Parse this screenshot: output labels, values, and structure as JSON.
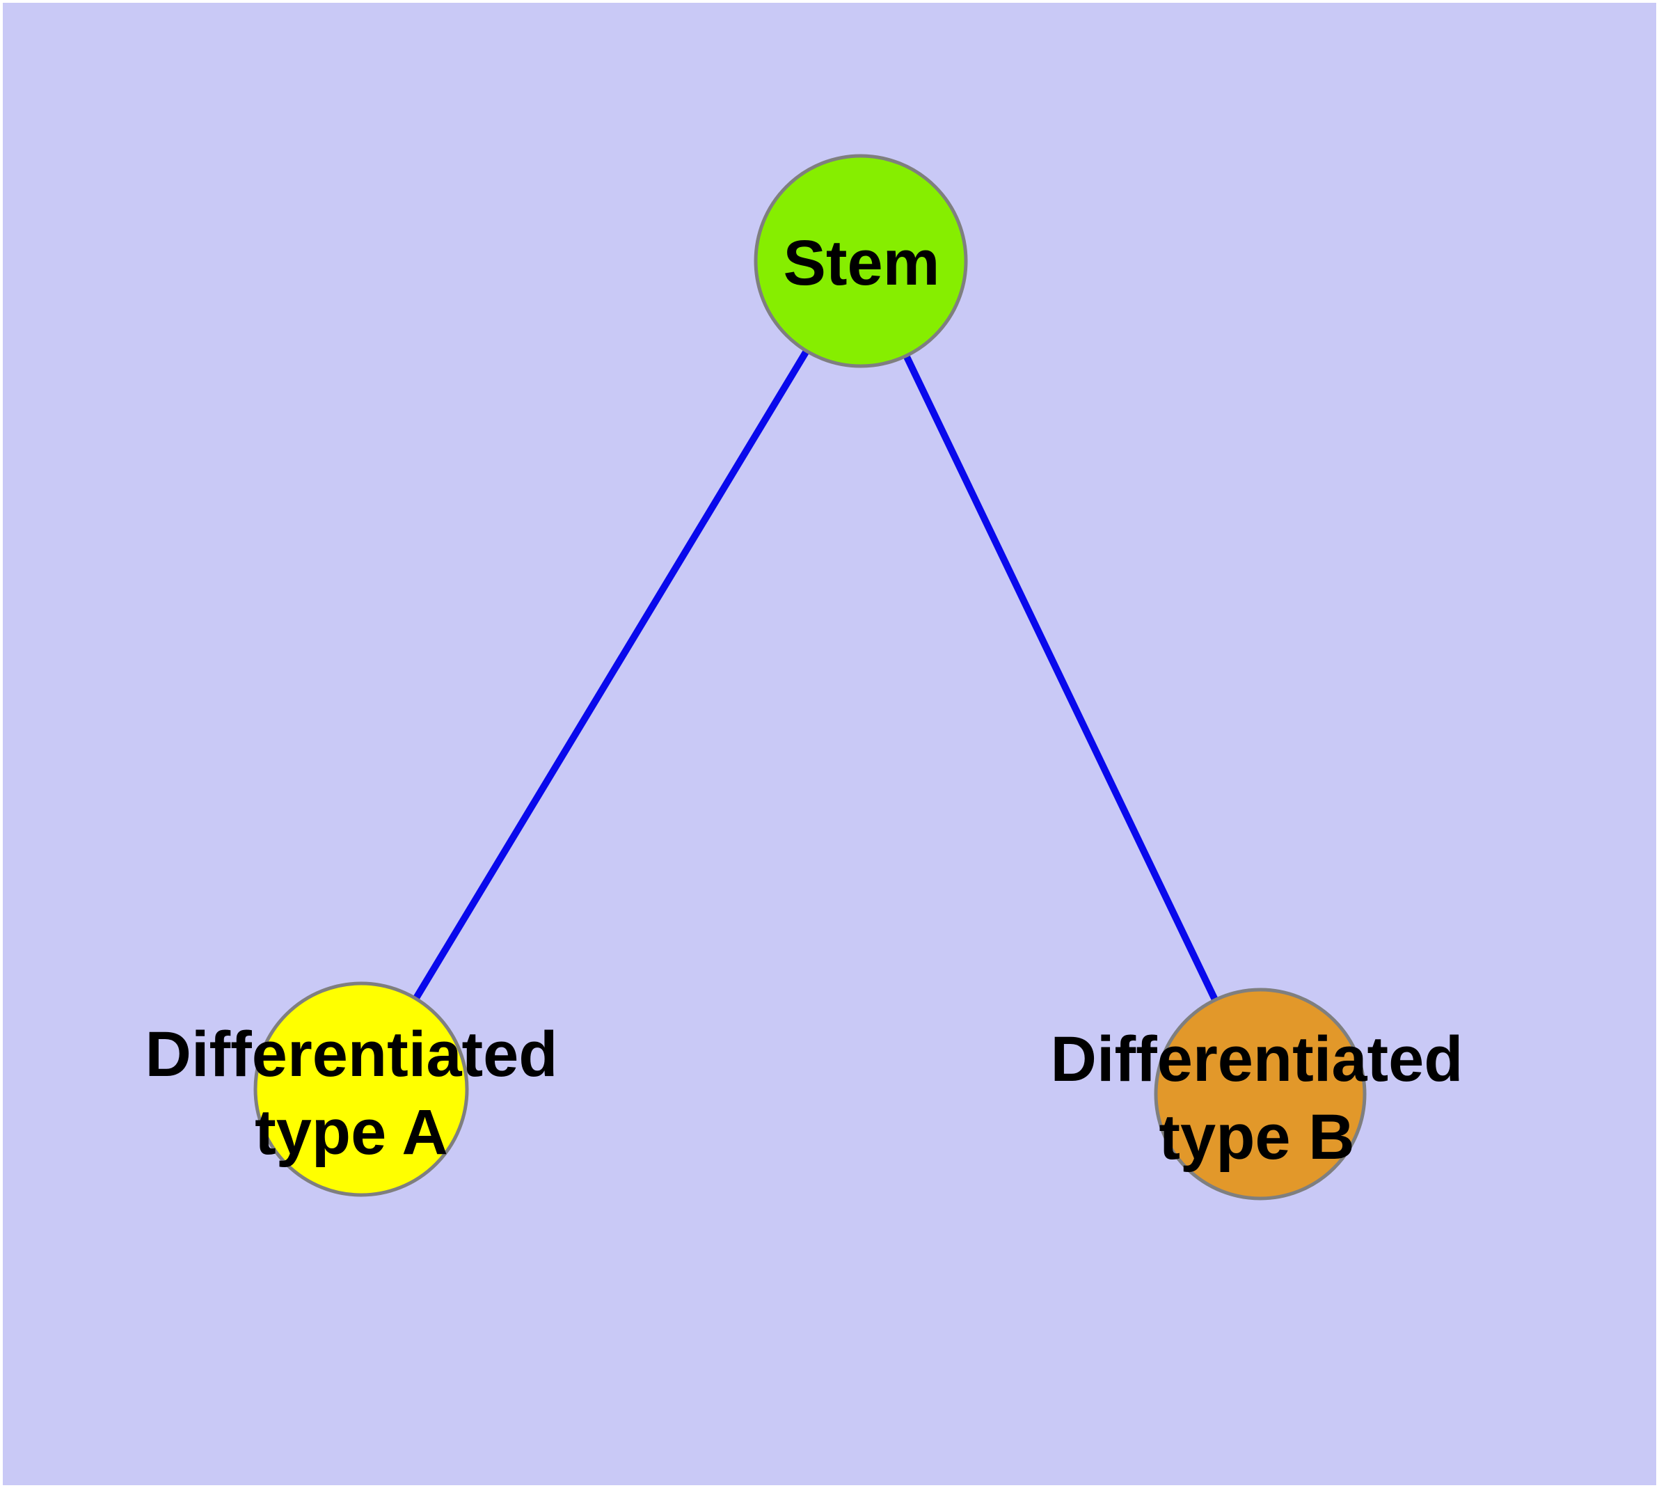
{
  "diagram": {
    "background_color": "#c9c9f6",
    "page_margin_color": "#ffffff",
    "edge_color": "#0909ec",
    "node_border_color": "#7f7f7f",
    "label_color": "#000000",
    "nodes": [
      {
        "id": "stem",
        "label": "Stem",
        "fill": "#86ee00"
      },
      {
        "id": "differentiated-type-a",
        "label_line1": "Differentiated",
        "label_line2": "type A",
        "fill": "#ffff00"
      },
      {
        "id": "differentiated-type-b",
        "label_line1": "Differentiated",
        "label_line2": "type B",
        "fill": "#e2982a"
      }
    ],
    "edges": [
      {
        "from": "stem",
        "to": "differentiated-type-a"
      },
      {
        "from": "stem",
        "to": "differentiated-type-b"
      }
    ]
  }
}
